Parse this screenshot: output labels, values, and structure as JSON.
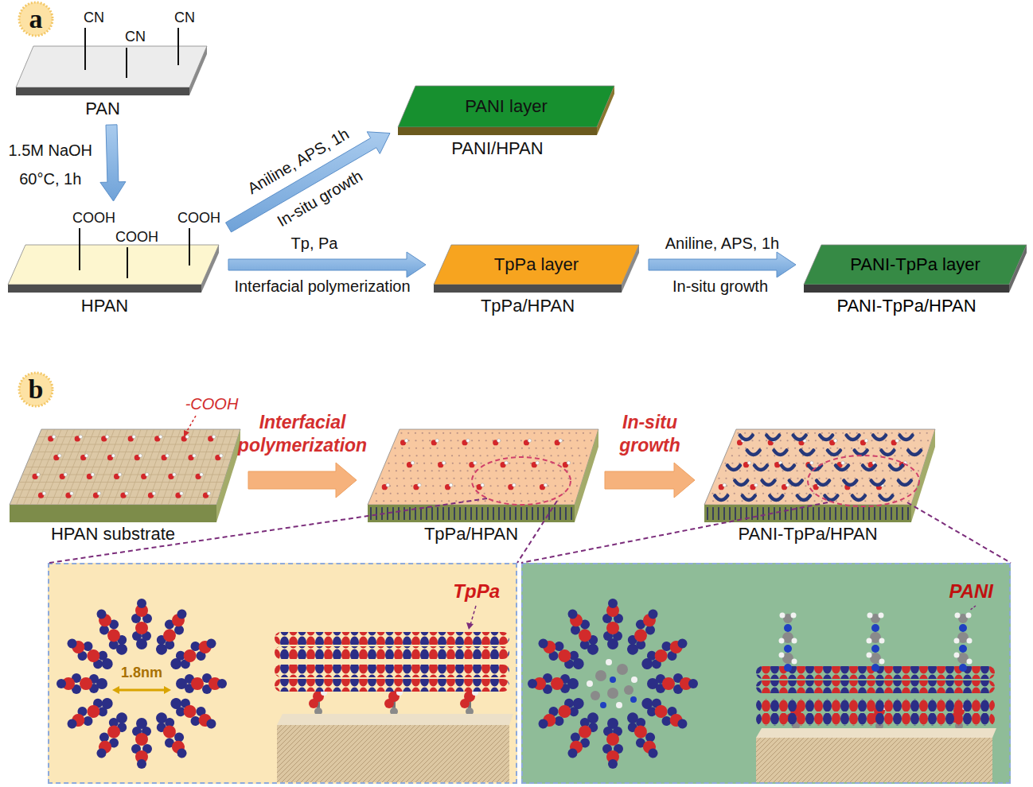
{
  "diagram": {
    "nodes": [
      {
        "text": [
          "PAN"
        ]
      },
      {
        "text": [
          "PANI layer",
          "PANI/HPAN"
        ]
      },
      {
        "text": [
          "HPAN"
        ]
      },
      {
        "text": [
          "TpPa layer",
          "TpPa/HPAN"
        ]
      },
      {
        "text": [
          "PANI-TpPa layer",
          "PANI-TpPa/HPAN"
        ]
      },
      {
        "text": [
          "HPAN substrate"
        ]
      },
      {
        "text": [
          "TpPa/HPAN"
        ]
      },
      {
        "text": [
          "PANI-TpPa/HPAN"
        ]
      },
      {
        "text": [
          "TpPa"
        ]
      },
      {
        "text": [
          "PANI"
        ]
      }
    ],
    "edges": [
      {
        "from": 0,
        "to": 2,
        "label": "1.5M NaOH 60°C, 1h",
        "arrow": "to"
      },
      {
        "from": 2,
        "to": 1,
        "label": "Aniline, APS, 1h",
        "arrow": "to"
      },
      {
        "from": 2,
        "to": 3,
        "label": "Tp, Pa",
        "arrow": "to"
      },
      {
        "from": 3,
        "to": 4,
        "label": "Aniline, APS, 1h",
        "arrow": "to"
      },
      {
        "from": 5,
        "to": 6,
        "label": "Interfacial polymerization",
        "arrow": "to"
      },
      {
        "from": 6,
        "to": 7,
        "label": "In-situ growth",
        "arrow": "to"
      }
    ],
    "labels": [
      "a",
      "CN",
      "CN",
      "CN",
      "COOH",
      "COOH",
      "COOH",
      "In-situ growth",
      "Interfacial polymerization",
      "In-situ growth",
      "b",
      "-COOH",
      "1.8nm"
    ]
  }
}
